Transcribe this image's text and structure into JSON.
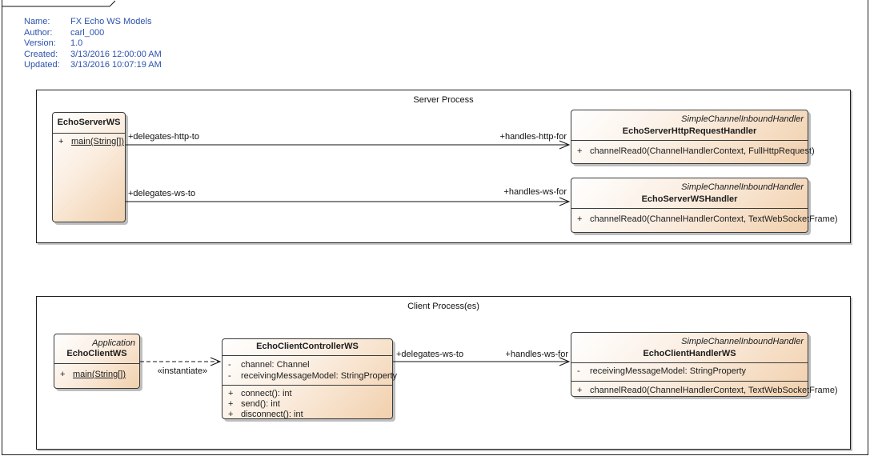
{
  "metadata": {
    "rows": [
      {
        "label": "Name:",
        "value": "FX Echo WS Models"
      },
      {
        "label": "Author:",
        "value": "carl_000"
      },
      {
        "label": "Version:",
        "value": "1.0"
      },
      {
        "label": "Created:",
        "value": "3/13/2016 12:00:00 AM"
      },
      {
        "label": "Updated:",
        "value": "3/13/2016 10:07:19 AM"
      }
    ]
  },
  "boundaries": {
    "server": {
      "title": "Server Process"
    },
    "client": {
      "title": "Client Process(es)"
    }
  },
  "classes": {
    "echoServerWS": {
      "name": "EchoServerWS",
      "operations": [
        {
          "vis": "+",
          "text": "main(String[])"
        }
      ]
    },
    "echoServerHttpRequestHandler": {
      "stereotype": "SimpleChannelInboundHandler",
      "name": "EchoServerHttpRequestHandler",
      "operations": [
        {
          "vis": "+",
          "text": "channelRead0(ChannelHandlerContext, FullHttpRequest)"
        }
      ]
    },
    "echoServerWSHandler": {
      "stereotype": "SimpleChannelInboundHandler",
      "name": "EchoServerWSHandler",
      "operations": [
        {
          "vis": "+",
          "text": "channelRead0(ChannelHandlerContext, TextWebSocketFrame)"
        }
      ]
    },
    "echoClientWS": {
      "stereotype": "Application",
      "name": "EchoClientWS",
      "operations": [
        {
          "vis": "+",
          "text": "main(String[])"
        }
      ]
    },
    "echoClientControllerWS": {
      "name": "EchoClientControllerWS",
      "attributes": [
        {
          "vis": "-",
          "text": "channel: Channel"
        },
        {
          "vis": "-",
          "text": "receivingMessageModel: StringProperty"
        }
      ],
      "operations": [
        {
          "vis": "+",
          "text": "connect(): int"
        },
        {
          "vis": "+",
          "text": "send(): int"
        },
        {
          "vis": "+",
          "text": "disconnect(): int"
        }
      ]
    },
    "echoClientHandlerWS": {
      "stereotype": "SimpleChannelInboundHandler",
      "name": "EchoClientHandlerWS",
      "attributes": [
        {
          "vis": "-",
          "text": "receivingMessageModel: StringProperty"
        }
      ],
      "operations": [
        {
          "vis": "+",
          "text": "channelRead0(ChannelHandlerContext, TextWebSocketFrame)"
        }
      ]
    }
  },
  "connectors": {
    "delegatesHttp": {
      "source_label": "+delegates-http-to",
      "target_label": "+handles-http-for"
    },
    "delegatesWsServer": {
      "source_label": "+delegates-ws-to",
      "target_label": "+handles-ws-for"
    },
    "instantiate": {
      "label": "«instantiate»"
    },
    "delegatesWsClient": {
      "source_label": "+delegates-ws-to",
      "target_label": "+handles-ws-for"
    }
  },
  "colors": {
    "element_fill_start": "#ffffff",
    "element_fill_end": "#f1d0ad",
    "element_border": "#3a3a3a",
    "metadata_text": "#2b52ad",
    "connector_line": "#111111"
  }
}
